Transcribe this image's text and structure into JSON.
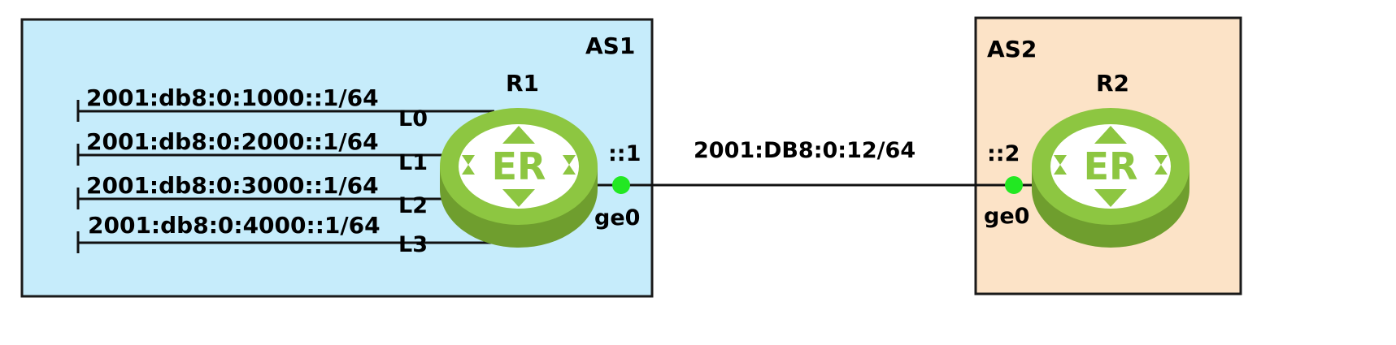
{
  "colors": {
    "as1_fill": "#c6ecfb",
    "as2_fill": "#fce3c7",
    "border": "#1a1a1a",
    "router_green": "#8dc641",
    "router_dark": "#6f9e2e",
    "port_green": "#22e822"
  },
  "as1": {
    "label": "AS1",
    "router": {
      "name": "R1",
      "icon": "router-er-icon",
      "interfaces": [
        {
          "name": "L0",
          "prefix": "2001:db8:0:1000::1/64"
        },
        {
          "name": "L1",
          "prefix": "2001:db8:0:2000::1/64"
        },
        {
          "name": "L2",
          "prefix": "2001:db8:0:3000::1/64"
        },
        {
          "name": "L3",
          "prefix": "2001:db8:0:4000::1/64"
        }
      ],
      "port": {
        "name": "ge0",
        "addr": "::1"
      }
    }
  },
  "as2": {
    "label": "AS2",
    "router": {
      "name": "R2",
      "icon": "router-er-icon",
      "port": {
        "name": "ge0",
        "addr": "::2"
      }
    }
  },
  "link": {
    "subnet": "2001:DB8:0:12/64"
  }
}
